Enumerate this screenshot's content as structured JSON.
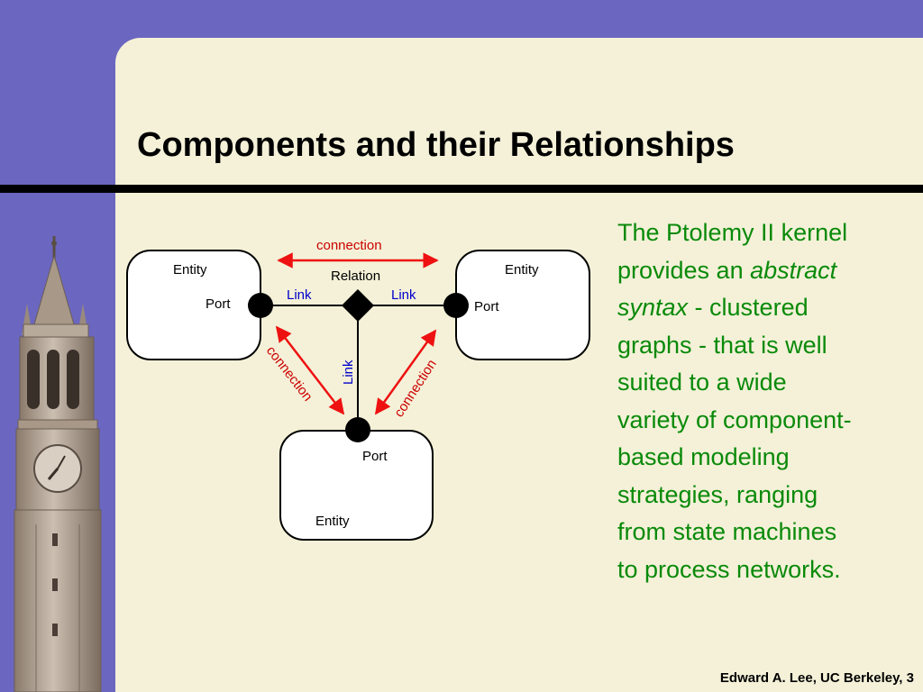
{
  "slide": {
    "title": "Components and their Relationships",
    "footer": "Edward A. Lee, UC Berkeley, 3"
  },
  "diagram": {
    "entity_top_left": "Entity",
    "entity_top_right": "Entity",
    "entity_bottom": "Entity",
    "port_left": "Port",
    "port_right": "Port",
    "port_bottom": "Port",
    "relation": "Relation",
    "link_left": "Link",
    "link_right": "Link",
    "link_vertical": "Link",
    "connection_top": "connection",
    "connection_left": "connection",
    "connection_right": "connection"
  },
  "description": {
    "line1": "The Ptolemy II kernel",
    "line2a": "provides an ",
    "line2b": "abstract",
    "line3a": "syntax",
    "line3b": " - clustered",
    "line4": "graphs - that is well",
    "line5": "suited to a wide",
    "line6": "variety of component-",
    "line7": "based modeling",
    "line8": "strategies, ranging",
    "line9": "from state machines",
    "line10": "to process networks."
  },
  "colors": {
    "background": "#6b67c0",
    "panel": "#f4f1d8",
    "text_green": "#0a8a0a",
    "link_blue": "#0000cc",
    "connection_red": "#cc0000"
  }
}
